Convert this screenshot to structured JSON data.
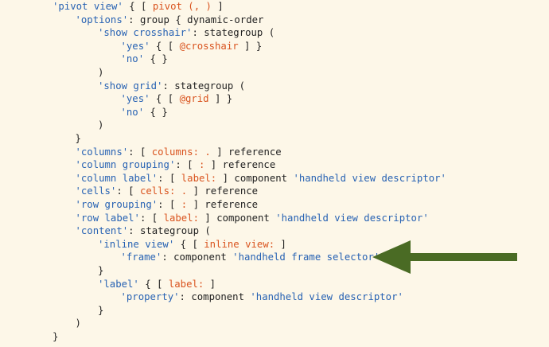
{
  "arrow": {
    "color": "#4a6b24"
  },
  "colors": {
    "background": "#fdf7e8",
    "string": "#2762b3",
    "keyword": "#d9531e",
    "plain": "#1f1f1f"
  },
  "code_lines": [
    {
      "indent": 0,
      "tokens": [
        {
          "t": "s",
          "v": "'pivot view'"
        },
        {
          "t": "p",
          "v": " { [ "
        },
        {
          "t": "k",
          "v": "pivot (, )"
        },
        {
          "t": "p",
          "v": " ]"
        }
      ]
    },
    {
      "indent": 1,
      "tokens": [
        {
          "t": "s",
          "v": "'options'"
        },
        {
          "t": "p",
          "v": ": group { dynamic-order"
        }
      ]
    },
    {
      "indent": 2,
      "tokens": [
        {
          "t": "s",
          "v": "'show crosshair'"
        },
        {
          "t": "p",
          "v": ": stategroup ("
        }
      ]
    },
    {
      "indent": 3,
      "tokens": [
        {
          "t": "s",
          "v": "'yes'"
        },
        {
          "t": "p",
          "v": " { [ "
        },
        {
          "t": "k",
          "v": "@crosshair"
        },
        {
          "t": "p",
          "v": " ] }"
        }
      ]
    },
    {
      "indent": 3,
      "tokens": [
        {
          "t": "s",
          "v": "'no'"
        },
        {
          "t": "p",
          "v": " { }"
        }
      ]
    },
    {
      "indent": 2,
      "tokens": [
        {
          "t": "p",
          "v": ")"
        }
      ]
    },
    {
      "indent": 2,
      "tokens": [
        {
          "t": "s",
          "v": "'show grid'"
        },
        {
          "t": "p",
          "v": ": stategroup ("
        }
      ]
    },
    {
      "indent": 3,
      "tokens": [
        {
          "t": "s",
          "v": "'yes'"
        },
        {
          "t": "p",
          "v": " { [ "
        },
        {
          "t": "k",
          "v": "@grid"
        },
        {
          "t": "p",
          "v": " ] }"
        }
      ]
    },
    {
      "indent": 3,
      "tokens": [
        {
          "t": "s",
          "v": "'no'"
        },
        {
          "t": "p",
          "v": " { }"
        }
      ]
    },
    {
      "indent": 2,
      "tokens": [
        {
          "t": "p",
          "v": ")"
        }
      ]
    },
    {
      "indent": 1,
      "tokens": [
        {
          "t": "p",
          "v": "}"
        }
      ]
    },
    {
      "indent": 1,
      "tokens": [
        {
          "t": "s",
          "v": "'columns'"
        },
        {
          "t": "p",
          "v": ": [ "
        },
        {
          "t": "k",
          "v": "columns: ."
        },
        {
          "t": "p",
          "v": " ] reference"
        }
      ]
    },
    {
      "indent": 1,
      "tokens": [
        {
          "t": "s",
          "v": "'column grouping'"
        },
        {
          "t": "p",
          "v": ": [ "
        },
        {
          "t": "k",
          "v": ":"
        },
        {
          "t": "p",
          "v": " ] reference"
        }
      ]
    },
    {
      "indent": 1,
      "tokens": [
        {
          "t": "s",
          "v": "'column label'"
        },
        {
          "t": "p",
          "v": ": [ "
        },
        {
          "t": "k",
          "v": "label:"
        },
        {
          "t": "p",
          "v": " ] component "
        },
        {
          "t": "s",
          "v": "'handheld view descriptor'"
        }
      ]
    },
    {
      "indent": 1,
      "tokens": [
        {
          "t": "s",
          "v": "'cells'"
        },
        {
          "t": "p",
          "v": ": [ "
        },
        {
          "t": "k",
          "v": "cells: ."
        },
        {
          "t": "p",
          "v": " ] reference"
        }
      ]
    },
    {
      "indent": 1,
      "tokens": [
        {
          "t": "s",
          "v": "'row grouping'"
        },
        {
          "t": "p",
          "v": ": [ "
        },
        {
          "t": "k",
          "v": ":"
        },
        {
          "t": "p",
          "v": " ] reference"
        }
      ]
    },
    {
      "indent": 1,
      "tokens": [
        {
          "t": "s",
          "v": "'row label'"
        },
        {
          "t": "p",
          "v": ": [ "
        },
        {
          "t": "k",
          "v": "label:"
        },
        {
          "t": "p",
          "v": " ] component "
        },
        {
          "t": "s",
          "v": "'handheld view descriptor'"
        }
      ]
    },
    {
      "indent": 1,
      "tokens": [
        {
          "t": "s",
          "v": "'content'"
        },
        {
          "t": "p",
          "v": ": stategroup ("
        }
      ]
    },
    {
      "indent": 2,
      "tokens": [
        {
          "t": "s",
          "v": "'inline view'"
        },
        {
          "t": "p",
          "v": " { [ "
        },
        {
          "t": "k",
          "v": "inline view:"
        },
        {
          "t": "p",
          "v": " ]"
        }
      ]
    },
    {
      "indent": 3,
      "tokens": [
        {
          "t": "s",
          "v": "'frame'"
        },
        {
          "t": "p",
          "v": ": component "
        },
        {
          "t": "s",
          "v": "'handheld frame selector'"
        }
      ]
    },
    {
      "indent": 2,
      "tokens": [
        {
          "t": "p",
          "v": "}"
        }
      ]
    },
    {
      "indent": 2,
      "tokens": [
        {
          "t": "s",
          "v": "'label'"
        },
        {
          "t": "p",
          "v": " { [ "
        },
        {
          "t": "k",
          "v": "label:"
        },
        {
          "t": "p",
          "v": " ]"
        }
      ]
    },
    {
      "indent": 3,
      "tokens": [
        {
          "t": "s",
          "v": "'property'"
        },
        {
          "t": "p",
          "v": ": component "
        },
        {
          "t": "s",
          "v": "'handheld view descriptor'"
        }
      ]
    },
    {
      "indent": 2,
      "tokens": [
        {
          "t": "p",
          "v": "}"
        }
      ]
    },
    {
      "indent": 1,
      "tokens": [
        {
          "t": "p",
          "v": ")"
        }
      ]
    },
    {
      "indent": 0,
      "tokens": [
        {
          "t": "p",
          "v": "}"
        }
      ]
    }
  ]
}
